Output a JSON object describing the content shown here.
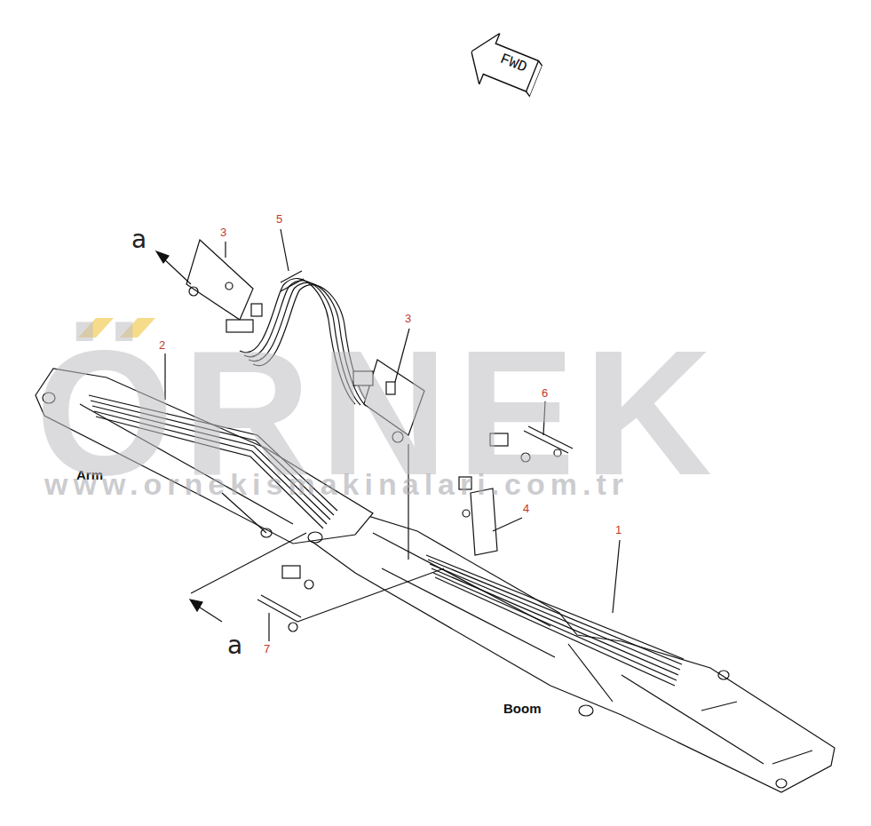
{
  "diagram": {
    "nodes": [
      {
        "text": [
          "FWD"
        ]
      }
    ],
    "edges": [],
    "labels": [
      "a",
      "3",
      "5",
      "3",
      "2",
      "6",
      "4",
      "1",
      "7",
      "a",
      "Arm",
      "Boom",
      "ÖRNEK",
      "www.ornekismakinalari.com.tr"
    ]
  }
}
